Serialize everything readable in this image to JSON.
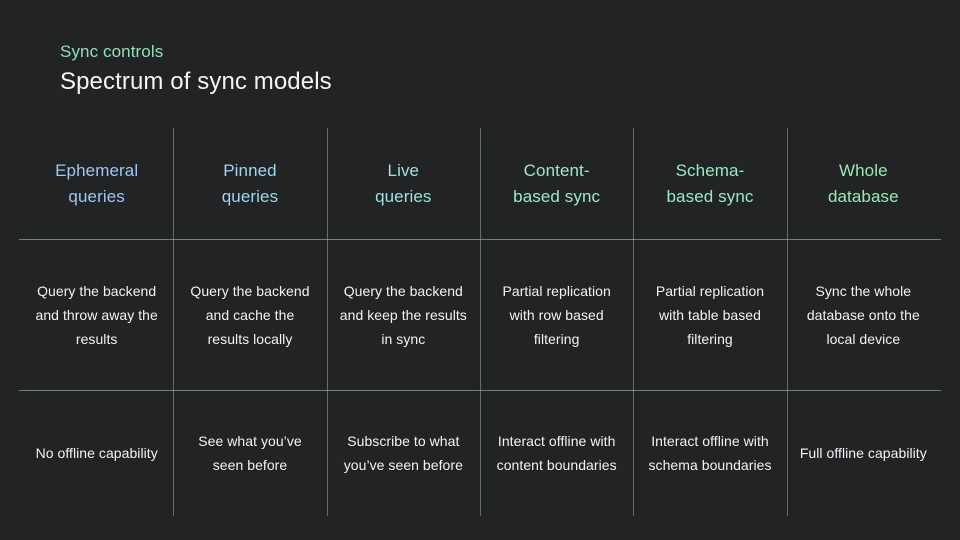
{
  "slide": {
    "eyebrow": "Sync controls",
    "title": "Spectrum of sync models",
    "background_color": "#212325",
    "eyebrow_color": "#8fe0b8",
    "title_color": "#f2f4f5",
    "divider_color": "#7e8b88",
    "body_text_color": "#f1f3f4"
  },
  "matrix": {
    "columns": [
      {
        "header": "Ephemeral\nqueries",
        "header_line1": "Ephemeral",
        "header_line2": "queries",
        "header_color": "#9fc6f2",
        "description": "Query the backend and throw away the results",
        "offline": "No offline capability"
      },
      {
        "header": "Pinned\nqueries",
        "header_line1": "Pinned",
        "header_line2": "queries",
        "header_color": "#9ed6ec",
        "description": "Query the backend and cache the results locally",
        "offline": "See what you’ve seen before"
      },
      {
        "header": "Live\nqueries",
        "header_line1": "Live",
        "header_line2": "queries",
        "header_color": "#9ee2e0",
        "description": "Query the backend and keep the results in sync",
        "offline": "Subscribe to what you’ve seen before"
      },
      {
        "header": "Content-\nbased sync",
        "header_line1": "Content-",
        "header_line2": "based sync",
        "header_color": "#9ce8cf",
        "description": "Partial replication with row based filtering",
        "offline": "Interact offline with content boundaries"
      },
      {
        "header": "Schema-\nbased sync",
        "header_line1": "Schema-",
        "header_line2": "based sync",
        "header_color": "#9ae9c2",
        "description": "Partial replication with table based filtering",
        "offline": "Interact offline with schema boundaries"
      },
      {
        "header": "Whole\ndatabase",
        "header_line1": "Whole",
        "header_line2": "database",
        "header_color": "#9ae8b4",
        "description": "Sync the whole database onto the local device",
        "offline": "Full offline capability"
      }
    ]
  }
}
